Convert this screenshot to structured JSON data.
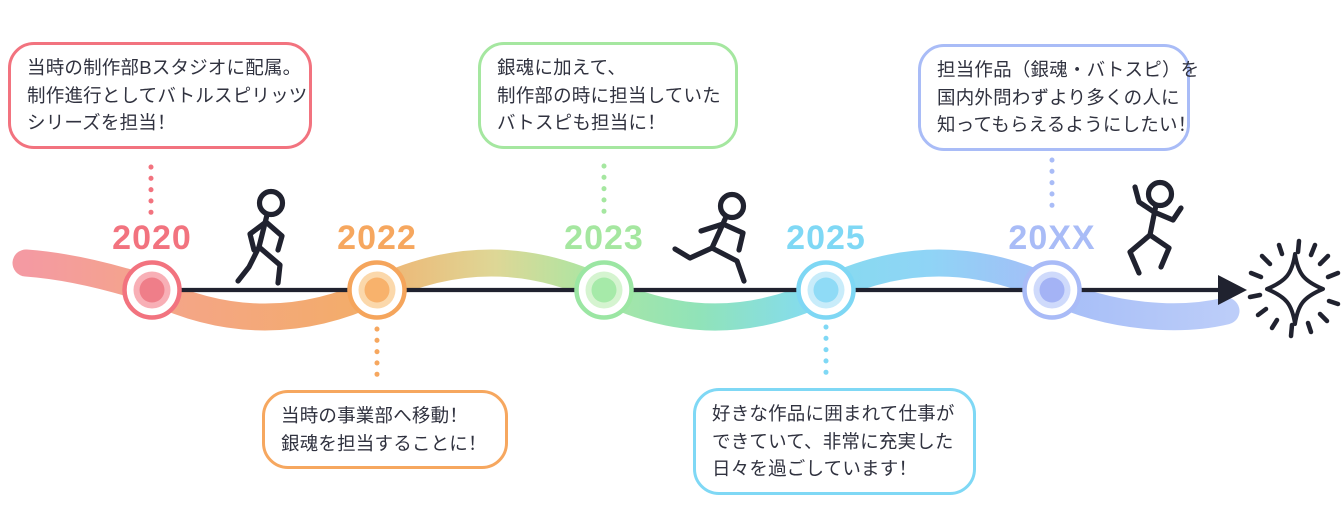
{
  "title": "career-timeline-infographic",
  "palette": {
    "axis": "#20222F",
    "figure_outline": "#20222F",
    "text": "#30323F",
    "background": "#FFFFFF",
    "ribbon_gradient": [
      "#F49AA2",
      "#F4A48B",
      "#F3AC6B",
      "#DED796",
      "#ABE6A3",
      "#90E3B9",
      "#85DCEE",
      "#8FD4F6",
      "#A5BDF7",
      "#BCCDF9"
    ]
  },
  "milestones": [
    {
      "year": "2020",
      "accent": "#F2737F",
      "node": {
        "ring": "#F2737F",
        "inner": "#F8AFB6",
        "core": "#EF7E89"
      },
      "bubble": {
        "position": "top",
        "lines": [
          "当時の制作部Bスタジオに配属。",
          "制作進行としてバトルスピリッツ",
          "シリーズを担当！"
        ]
      }
    },
    {
      "year": "2022",
      "accent": "#F6A75F",
      "node": {
        "ring": "#F5A55C",
        "inner": "#FBD8AB",
        "core": "#F8B26C"
      },
      "bubble": {
        "position": "bottom",
        "lines": [
          "当時の事業部へ移動！",
          "銀魂を担当することに！"
        ]
      }
    },
    {
      "year": "2023",
      "accent": "#A5E7A0",
      "node": {
        "ring": "#9BE6A3",
        "inner": "#D5F4D0",
        "core": "#A6EAA9"
      },
      "bubble": {
        "position": "top",
        "lines": [
          "銀魂に加えて、",
          "制作部の時に担当していた",
          "バトスピも担当に！"
        ]
      }
    },
    {
      "year": "2025",
      "accent": "#7FD8F5",
      "node": {
        "ring": "#7ED7F4",
        "inner": "#C8ECFA",
        "core": "#8FDBF6"
      },
      "bubble": {
        "position": "bottom",
        "lines": [
          "好きな作品に囲まれて仕事が",
          "できていて、非常に充実した",
          "日々を過ごしています！"
        ]
      }
    },
    {
      "year": "20XX",
      "accent": "#A9BCF7",
      "node": {
        "ring": "#A9BBF7",
        "inner": "#CFDAFB",
        "core": "#A4B3F5"
      },
      "bubble": {
        "position": "top",
        "lines": [
          "担当作品（銀魂・バトスピ）を",
          "国内外問わずより多くの人に",
          "知ってもらえるようにしたい！"
        ]
      }
    }
  ],
  "icons": {
    "walker": "walking-person-icon",
    "runner": "running-person-icon",
    "jumper": "jumping-person-icon",
    "sparkle": "sparkle-icon",
    "arrowhead": "arrowhead-icon"
  }
}
